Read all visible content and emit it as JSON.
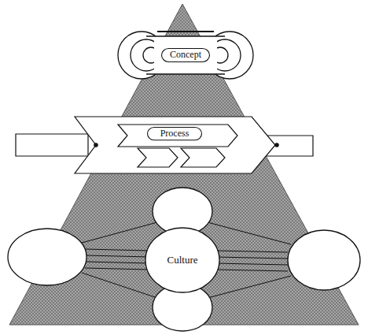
{
  "diagram": {
    "nodes": [
      {
        "text": [
          "Concept"
        ]
      },
      {
        "text": [
          "Process"
        ]
      },
      {
        "text": [
          "Culture"
        ]
      }
    ]
  }
}
